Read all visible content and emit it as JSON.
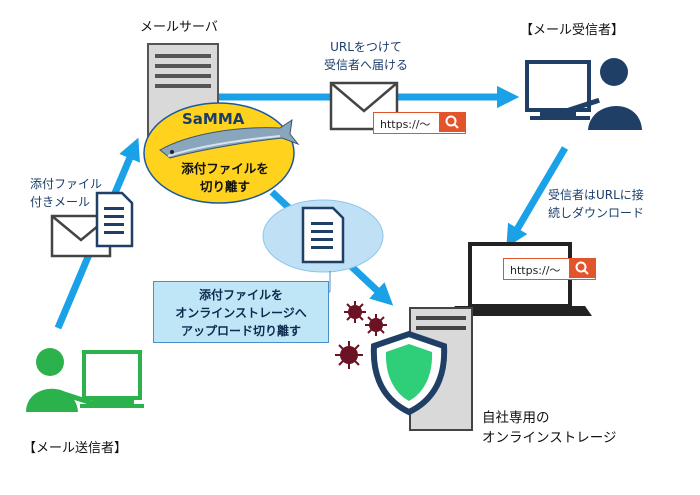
{
  "labels": {
    "mail_server": "メールサーバ",
    "receiver": "【メール受信者】",
    "sender": "【メール送信者】",
    "url_attach_line1": "URLをつけて",
    "url_attach_line2": "受信者へ届ける",
    "attachment_line1": "添付ファイル",
    "attachment_line2": "付きメール",
    "download_line1": "受信者はURLに接",
    "download_line2": "続しダウンロード",
    "storage_line1": "自社専用の",
    "storage_line2": "オンラインストレージ"
  },
  "samma": {
    "title": "SaMMA",
    "line1": "添付ファイルを",
    "line2": "切り離す"
  },
  "callout": {
    "line1": "添付ファイルを",
    "line2": "オンラインストレージへ",
    "line3": "アップロード切り離す"
  },
  "url_bar_top": {
    "text": "https://～"
  },
  "url_bar_laptop": {
    "text": "https://～"
  },
  "colors": {
    "arrow": "#1aa1e8",
    "sender_green": "#2bb24c",
    "receiver_navy": "#1f3f66",
    "server_gray": "#d9d9d9",
    "samma_yellow": "#ffd21e",
    "shield_green": "#2fcf7a",
    "virus": "#6b1225",
    "search_orange": "#e2542b"
  }
}
